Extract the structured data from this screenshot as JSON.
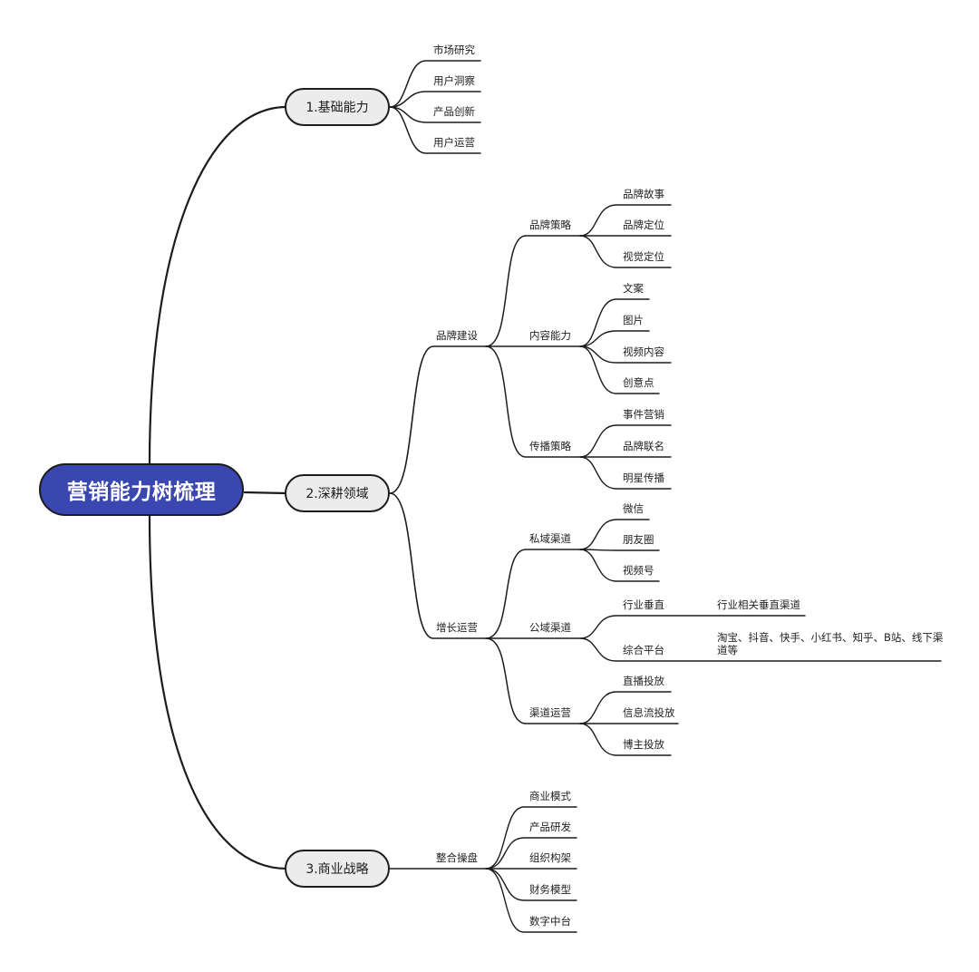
{
  "root": {
    "label": "营销能力树梳理",
    "color": "#3a47b0"
  },
  "main_branches": [
    {
      "label": "1.基础能力",
      "children": [
        "市场研究",
        "用户洞察",
        "产品创新",
        "用户运营"
      ]
    },
    {
      "label": "2.深耕领域",
      "children": [
        {
          "label": "品牌建设",
          "children": [
            {
              "label": "品牌策略",
              "children": [
                "品牌故事",
                "品牌定位",
                "视觉定位"
              ]
            },
            {
              "label": "内容能力",
              "children": [
                "文案",
                "图片",
                "视频内容",
                "创意点"
              ]
            },
            {
              "label": "传播策略",
              "children": [
                "事件营销",
                "品牌联名",
                "明星传播"
              ]
            }
          ]
        },
        {
          "label": "增长运营",
          "children": [
            {
              "label": "私域渠道",
              "children": [
                "微信",
                "朋友圈",
                "视频号"
              ]
            },
            {
              "label": "公域渠道",
              "children": [
                {
                  "label": "行业垂直",
                  "note": "行业相关垂直渠道"
                },
                {
                  "label": "综合平台",
                  "note": "淘宝、抖音、快手、小红书、知乎、B站、线下渠道等"
                }
              ]
            },
            {
              "label": "渠道运营",
              "children": [
                "直播投放",
                "信息流投放",
                "博主投放"
              ]
            }
          ]
        }
      ]
    },
    {
      "label": "3.商业战略",
      "children": [
        {
          "label": "整合操盘",
          "children": [
            "商业模式",
            "产品研发",
            "组织构架",
            "财务模型",
            "数字中台"
          ]
        }
      ]
    }
  ]
}
